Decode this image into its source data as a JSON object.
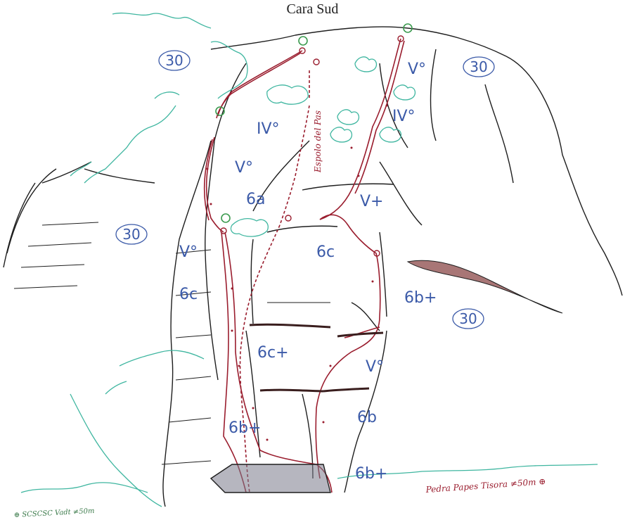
{
  "title": "Cara Sud",
  "sector_labels": [
    "30",
    "30",
    "30",
    "30"
  ],
  "grades": {
    "g_iv_top_left": "IV°",
    "g_v_left": "V°",
    "g_6a": "6a",
    "g_v_left2": "V°",
    "g_6c_left": "6c",
    "g_6c_center": "6c",
    "g_vplus": "V+",
    "g_6bplus_right": "6b+",
    "g_6cplus": "6c+",
    "g_v_right": "V°",
    "g_6b": "6b",
    "g_6bplus_bottom_left": "6b+",
    "g_6bplus_bottom": "6b+",
    "g_v_top_right": "V°",
    "g_iv_top_right": "IV°"
  },
  "annotations": {
    "route_vertical": "Espolo del Pas",
    "route_bottom_right": "Pedra Papes Tisora ≠50m ⊕",
    "bottom_left": "⊕ SCSCSC Vadt ≠50m"
  },
  "colors": {
    "rock": "#1e1e1e",
    "vegetation": "#3fb6a0",
    "route": "#9a1d2e",
    "grade": "#3b5aa8",
    "anchor": "#3b9a4e"
  }
}
